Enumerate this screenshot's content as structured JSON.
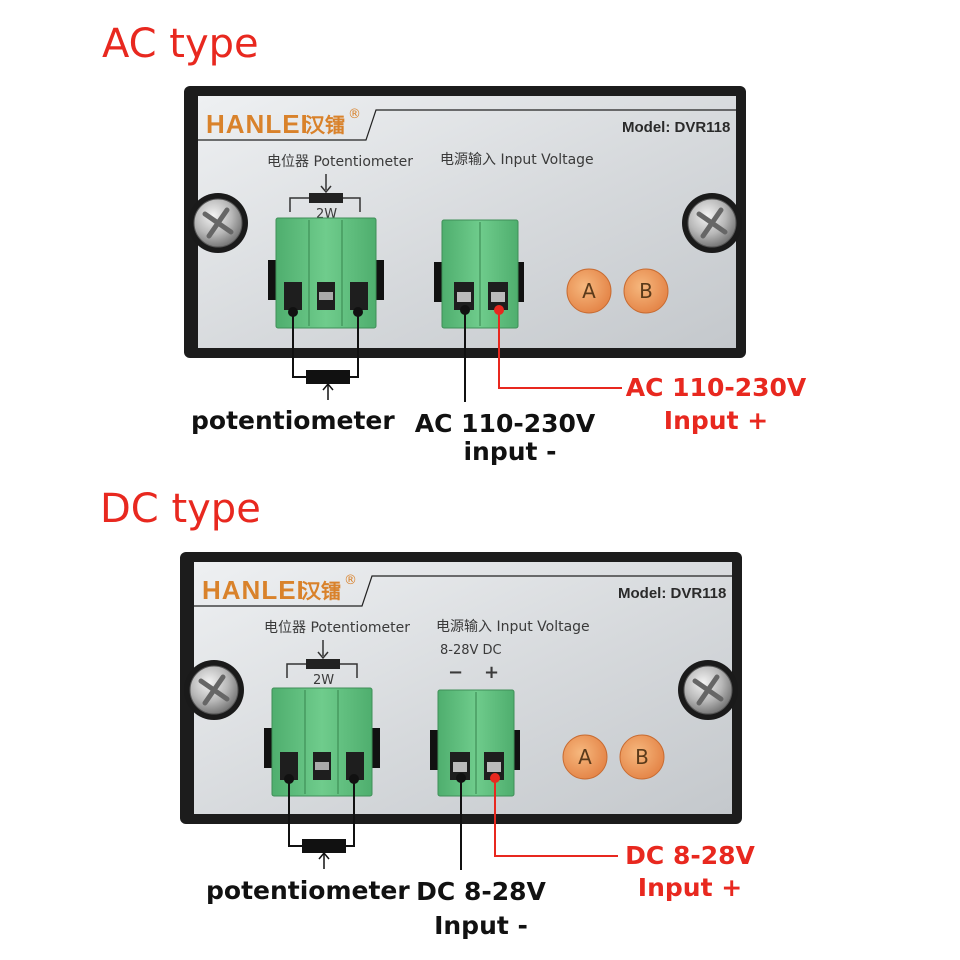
{
  "sections": {
    "ac": {
      "heading": "AC type",
      "brand": "HANLEI",
      "brand_cn": "汉镭",
      "brand_mark": "®",
      "model": "Model: DVR118",
      "pot_label": "电位器 Potentiometer",
      "pot_rating": "2W",
      "input_label": "电源输入 Input Voltage",
      "button_a": "A",
      "button_b": "B",
      "callout_potentiometer": "potentiometer",
      "callout_minus_line1": "AC 110-230V",
      "callout_minus_line2": "input -",
      "callout_plus_line1": "AC 110-230V",
      "callout_plus_line2": "Input +"
    },
    "dc": {
      "heading": "DC type",
      "brand": "HANLEI",
      "brand_cn": "汉镭",
      "brand_mark": "®",
      "model": "Model: DVR118",
      "pot_label": "电位器 Potentiometer",
      "pot_rating": "2W",
      "input_label": "电源输入 Input Voltage",
      "voltage_range": "8-28V DC",
      "minus_sign": "−",
      "plus_sign": "+",
      "button_a": "A",
      "button_b": "B",
      "callout_potentiometer": "potentiometer",
      "callout_minus_line1": "DC 8-28V",
      "callout_minus_line2": "Input -",
      "callout_plus_line1": "DC 8-28V",
      "callout_plus_line2": "Input +"
    }
  },
  "colors": {
    "heading": "#e8281f",
    "brand": "#d9822b",
    "terminal_green": "#5fbf7f",
    "button_orange": "#f0a060",
    "plus_wire": "#e8281f",
    "minus_wire": "#111111"
  }
}
